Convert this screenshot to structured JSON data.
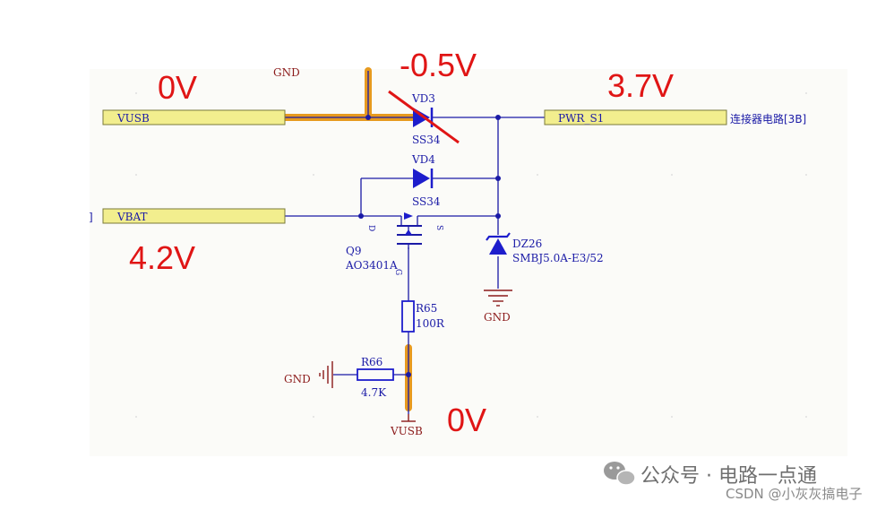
{
  "colors": {
    "wire": "#1a1aa6",
    "component": "#1d1dcc",
    "gnd": "#8b1a1a",
    "port_fill": "#f2ee8e",
    "port_stroke": "#7a7a3a",
    "highlight": "#e79a1f",
    "annotation": "#e01515",
    "sheet_bg": "#fbfbf8",
    "watermark": "#8a8a8a"
  },
  "ports": {
    "vusb": "VUSB",
    "vbat": "VBAT",
    "pwr_s1": "PWR_S1",
    "pwr_s1_ref": "连接器电路[3B]",
    "vbat_ref": "]"
  },
  "components": {
    "vd3": {
      "ref": "VD3",
      "value": "SS34"
    },
    "vd4": {
      "ref": "VD4",
      "value": "SS34"
    },
    "q9": {
      "ref": "Q9",
      "value": "AO3401A",
      "pin_d": "D",
      "pin_s": "S",
      "pin_g": "G"
    },
    "dz26": {
      "ref": "DZ26",
      "value": "SMBJ5.0A-E3/52"
    },
    "r65": {
      "ref": "R65",
      "value": "100R"
    },
    "r66": {
      "ref": "R66",
      "value": "4.7K"
    }
  },
  "nets": {
    "gnd_top": "GND",
    "gnd_dz": "GND",
    "gnd_r66": "GND",
    "vusb_bottom": "VUSB"
  },
  "annotations": {
    "vusb_voltage": "0V",
    "vd3_drop": "-0.5V",
    "out_voltage": "3.7V",
    "vbat_voltage": "4.2V",
    "gate_voltage": "0V"
  },
  "watermark": {
    "channel": "公众号 · 电路一点通",
    "author": "CSDN @小灰灰搞电子"
  }
}
